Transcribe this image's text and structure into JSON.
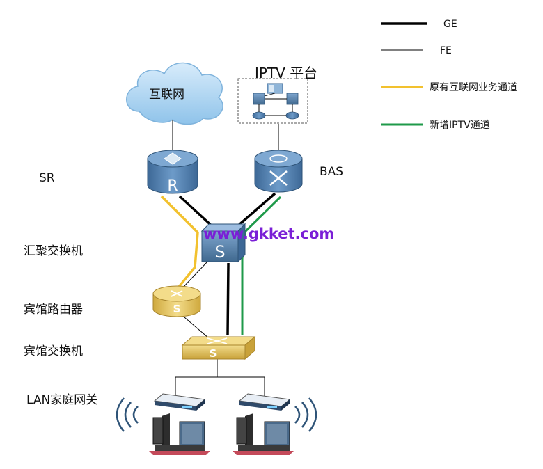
{
  "legend": {
    "ge": "GE",
    "fe": "FE",
    "internet_path": "原有互联网业务通道",
    "iptv_path": "新增IPTV通道"
  },
  "colors": {
    "ge_line": "#000000",
    "fe_line": "#000000",
    "internet_path": "#f2c12e",
    "iptv_path": "#1f9a4a",
    "router_blue": "#4a78a8",
    "switch_gold": "#e6c75a",
    "watermark": "#7a1fd6"
  },
  "nodes": {
    "internet": "互联网",
    "iptv_platform": "IPTV 平台",
    "sr": "SR",
    "bas": "BAS",
    "sr_router_letter": "R",
    "agg_switch_letter": "S",
    "hotel_router_letter": "S",
    "hotel_switch_letter": "S"
  },
  "left_labels": {
    "aggregation_switch": "汇聚交换机",
    "hotel_router": "宾馆路由器",
    "hotel_switch": "宾馆交换机",
    "lan_gateway": "LAN家庭网关"
  },
  "watermark": "www.gkket.com"
}
